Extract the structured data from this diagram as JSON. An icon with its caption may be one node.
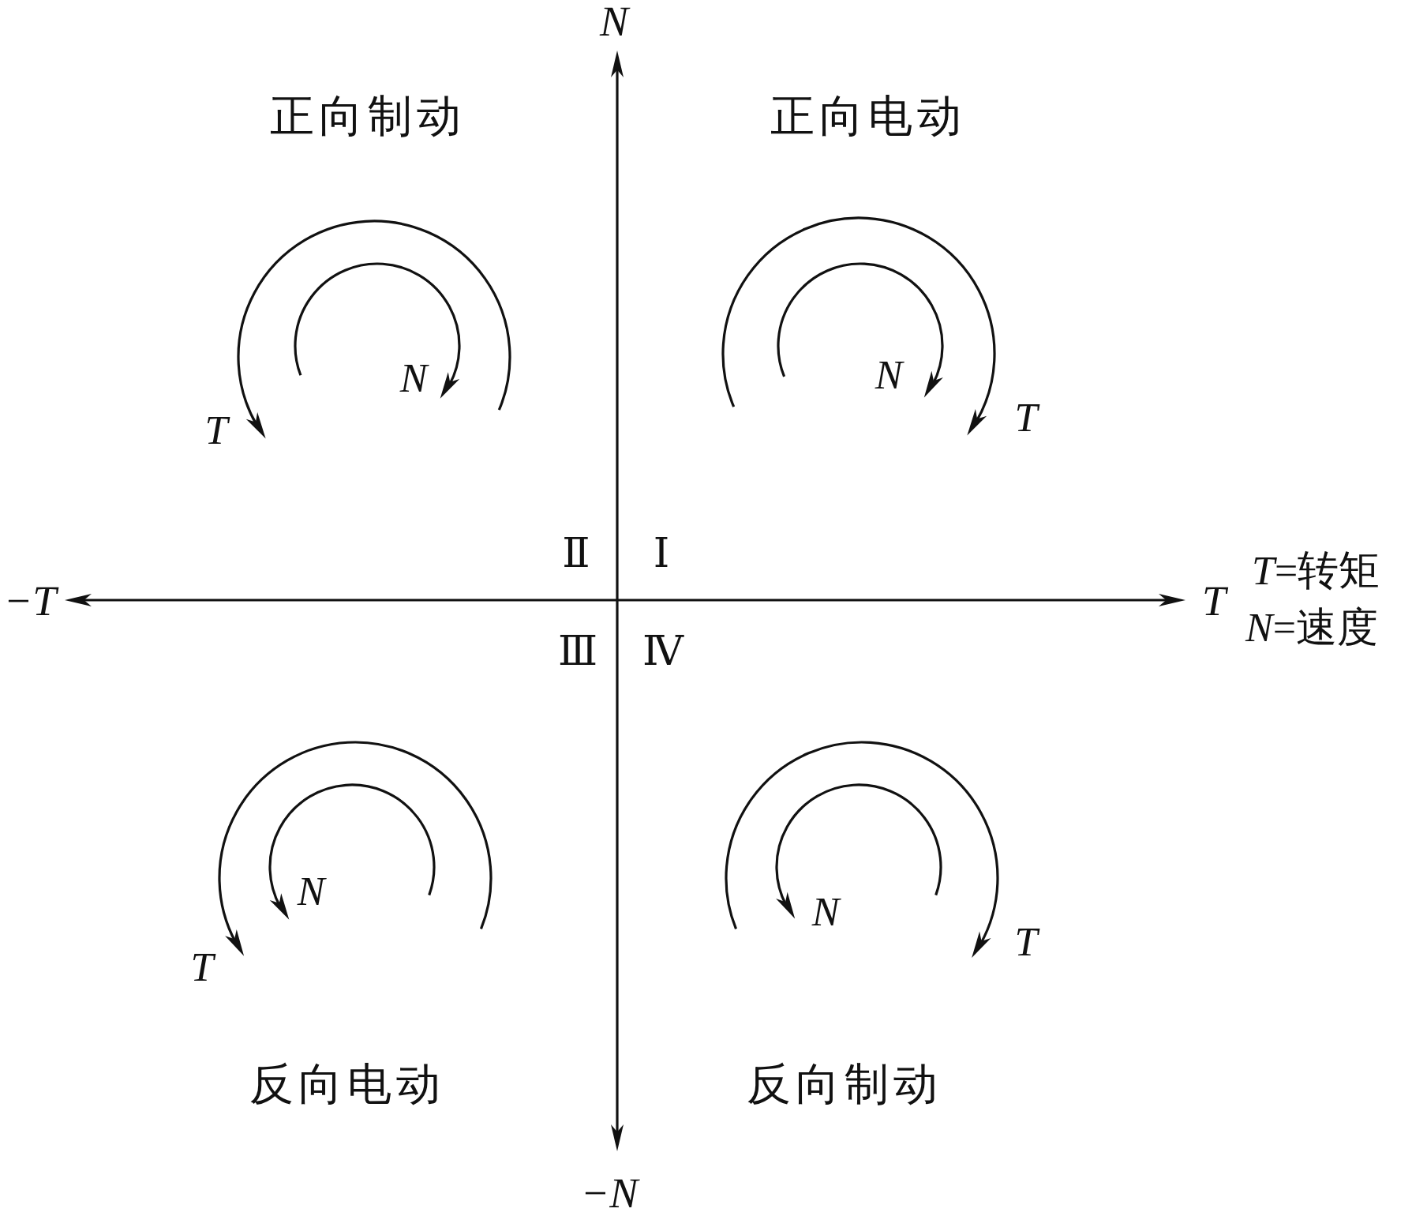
{
  "diagram": {
    "labels": [
      "N",
      "正向制动",
      "正向电动",
      "N",
      "N",
      "T",
      "T",
      "Ⅱ",
      "Ⅰ",
      "*T*=转矩",
      "−T",
      "T",
      "*N*=速度",
      "Ⅲ",
      "Ⅳ",
      "N",
      "N",
      "T",
      "T",
      "反向电动",
      "反向制动",
      "−N"
    ]
  }
}
